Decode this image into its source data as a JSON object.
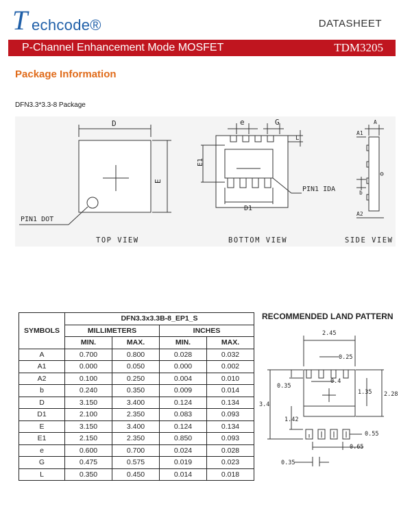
{
  "header": {
    "logo_initial": "T",
    "logo_rest": "echcode®",
    "datasheet": "DATASHEET",
    "bar_title": "P-Channel Enhancement Mode MOSFET",
    "part_number": "TDM3205"
  },
  "section_title": "Package Information",
  "package_name": "DFN3.3*3.3-8 Package",
  "drawings": {
    "top": {
      "D": "D",
      "E": "E",
      "pin1": "PIN1 DOT",
      "view": "TOP VIEW"
    },
    "bottom": {
      "e": "e",
      "G": "G",
      "L": "L",
      "E1": "E1",
      "D1": "D1",
      "pin1": "PIN1 IDA",
      "view": "BOTTOM VIEW"
    },
    "side": {
      "A": "A",
      "A1": "A1",
      "b": "b",
      "A2": "A2",
      "view": "SIDE VIEW"
    }
  },
  "table": {
    "symbols_header": "SYMBOLS",
    "package_code": "DFN3.3x3.3B-8_EP1_S",
    "mm_header": "MILLIMETERS",
    "in_header": "INCHES",
    "min": "MIN.",
    "max": "MAX.",
    "rows": [
      {
        "sym": "A",
        "mm_min": "0.700",
        "mm_max": "0.800",
        "in_min": "0.028",
        "in_max": "0.032"
      },
      {
        "sym": "A1",
        "mm_min": "0.000",
        "mm_max": "0.050",
        "in_min": "0.000",
        "in_max": "0.002"
      },
      {
        "sym": "A2",
        "mm_min": "0.100",
        "mm_max": "0.250",
        "in_min": "0.004",
        "in_max": "0.010"
      },
      {
        "sym": "b",
        "mm_min": "0.240",
        "mm_max": "0.350",
        "in_min": "0.009",
        "in_max": "0.014"
      },
      {
        "sym": "D",
        "mm_min": "3.150",
        "mm_max": "3.400",
        "in_min": "0.124",
        "in_max": "0.134"
      },
      {
        "sym": "D1",
        "mm_min": "2.100",
        "mm_max": "2.350",
        "in_min": "0.083",
        "in_max": "0.093"
      },
      {
        "sym": "E",
        "mm_min": "3.150",
        "mm_max": "3.400",
        "in_min": "0.124",
        "in_max": "0.134"
      },
      {
        "sym": "E1",
        "mm_min": "2.150",
        "mm_max": "2.350",
        "in_min": "0.850",
        "in_max": "0.093"
      },
      {
        "sym": "e",
        "mm_min": "0.600",
        "mm_max": "0.700",
        "in_min": "0.024",
        "in_max": "0.028"
      },
      {
        "sym": "G",
        "mm_min": "0.475",
        "mm_max": "0.575",
        "in_min": "0.019",
        "in_max": "0.023"
      },
      {
        "sym": "L",
        "mm_min": "0.350",
        "mm_max": "0.450",
        "in_min": "0.014",
        "in_max": "0.018"
      }
    ]
  },
  "land_pattern": {
    "title": "RECOMMENDED LAND PATTERN",
    "dims": {
      "w245": "2.45",
      "w025": "0.25",
      "w04": "0.4",
      "w035a": "0.35",
      "h135": "1.35",
      "h228": "2.28",
      "h34": "3.4",
      "h142": "1.42",
      "w055": "0.55",
      "w065": "0.65",
      "w035b": "0.35"
    }
  },
  "colors": {
    "brand_blue": "#1f5fa8",
    "bar_red": "#c0151f",
    "accent_orange": "#e06b1a"
  }
}
